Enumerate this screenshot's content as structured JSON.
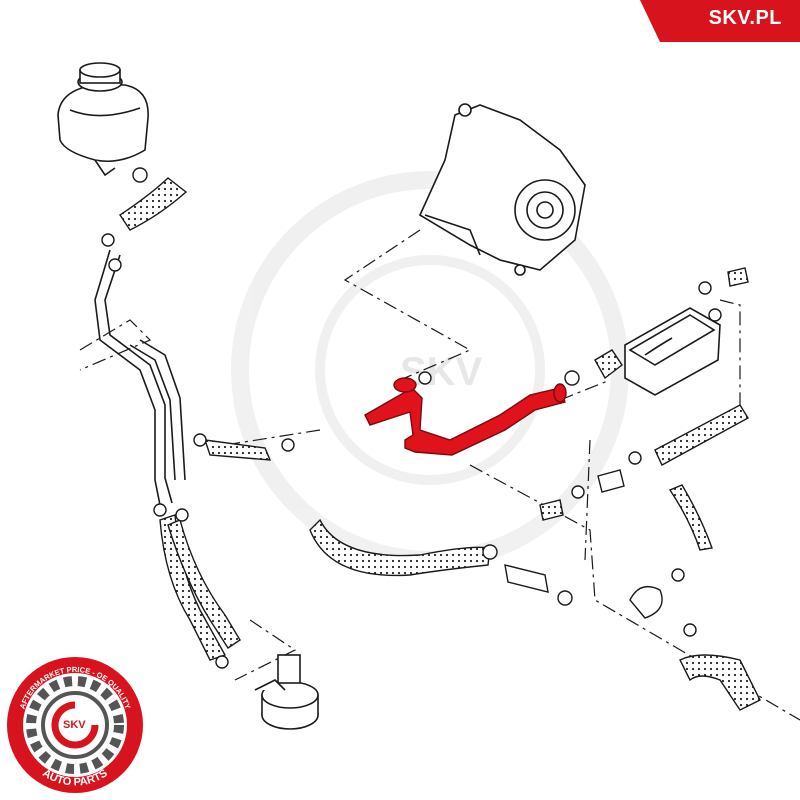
{
  "brand": {
    "site_label": "SKV.PL",
    "accent_color": "#d7141e"
  },
  "seal": {
    "ring_text_top": "AFTERMARKET PRICE - OE QUALITY",
    "ring_text_bottom": "AUTO PARTS",
    "center_label": "SKV"
  },
  "watermark": {
    "label": "SKV"
  },
  "diagram": {
    "highlighted_part": "coolant pipe",
    "highlight_color": "#e0121b",
    "line_color": "#1a1a1a"
  }
}
